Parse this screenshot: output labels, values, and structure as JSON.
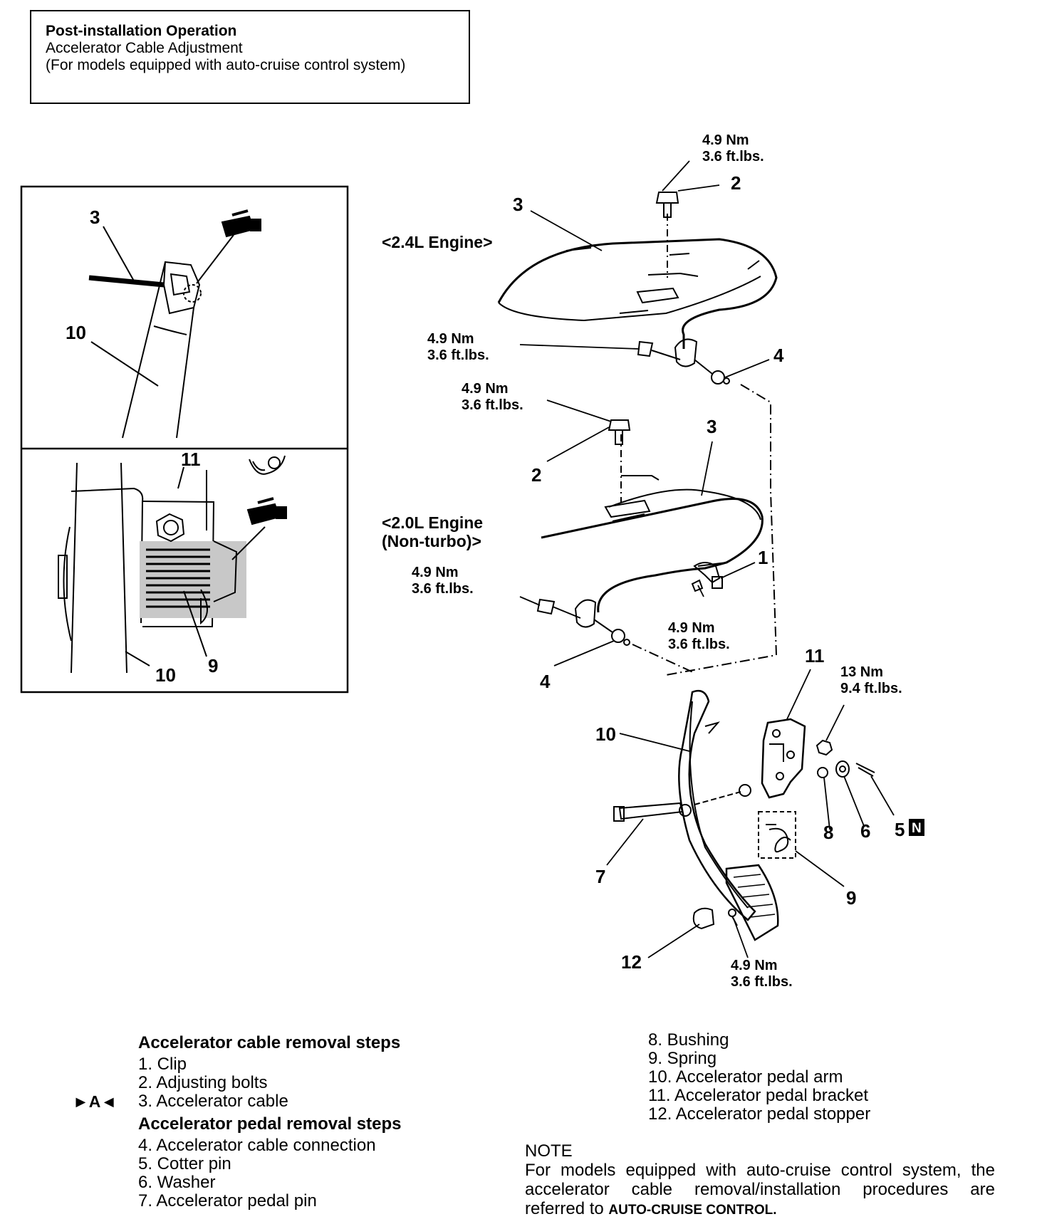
{
  "header": {
    "title": "Post-installation Operation",
    "line1": "Accelerator Cable Adjustment",
    "line2": "(For models equipped with auto-cruise control system)"
  },
  "diagram": {
    "engine_24": "<2.4L Engine>",
    "engine_20_a": "<2.0L Engine",
    "engine_20_b": "(Non-turbo)>",
    "torque_49": "4.9 Nm",
    "torque_36": "3.6 ft.lbs.",
    "torque_13": "13 Nm",
    "torque_94": "9.4 ft.lbs.",
    "n1": "1",
    "n2": "2",
    "n3": "3",
    "n4": "4",
    "n5": "5",
    "n6": "6",
    "n7": "7",
    "n8": "8",
    "n9": "9",
    "n10": "10",
    "n11": "11",
    "n12": "12",
    "new_mark": "N"
  },
  "steps": {
    "cable_heading": "Accelerator cable removal steps",
    "marker": "►A◄",
    "cable_items": [
      "1. Clip",
      "2. Adjusting bolts",
      "3. Accelerator cable"
    ],
    "pedal_heading": "Accelerator pedal removal steps",
    "pedal_items": [
      "4. Accelerator cable connection",
      "5. Cotter pin",
      "6. Washer",
      "7. Accelerator pedal pin"
    ],
    "right_items": [
      "8. Bushing",
      "9. Spring",
      "10. Accelerator pedal arm",
      "11. Accelerator pedal bracket",
      "12. Accelerator pedal stopper"
    ]
  },
  "note": {
    "title": "NOTE",
    "line1": "For models equipped with auto-cruise control system, the",
    "line2": "accelerator cable removal/installation procedures are",
    "line3_prefix": "referred to ",
    "line3_ref": "AUTO-CRUISE CONTROL."
  }
}
